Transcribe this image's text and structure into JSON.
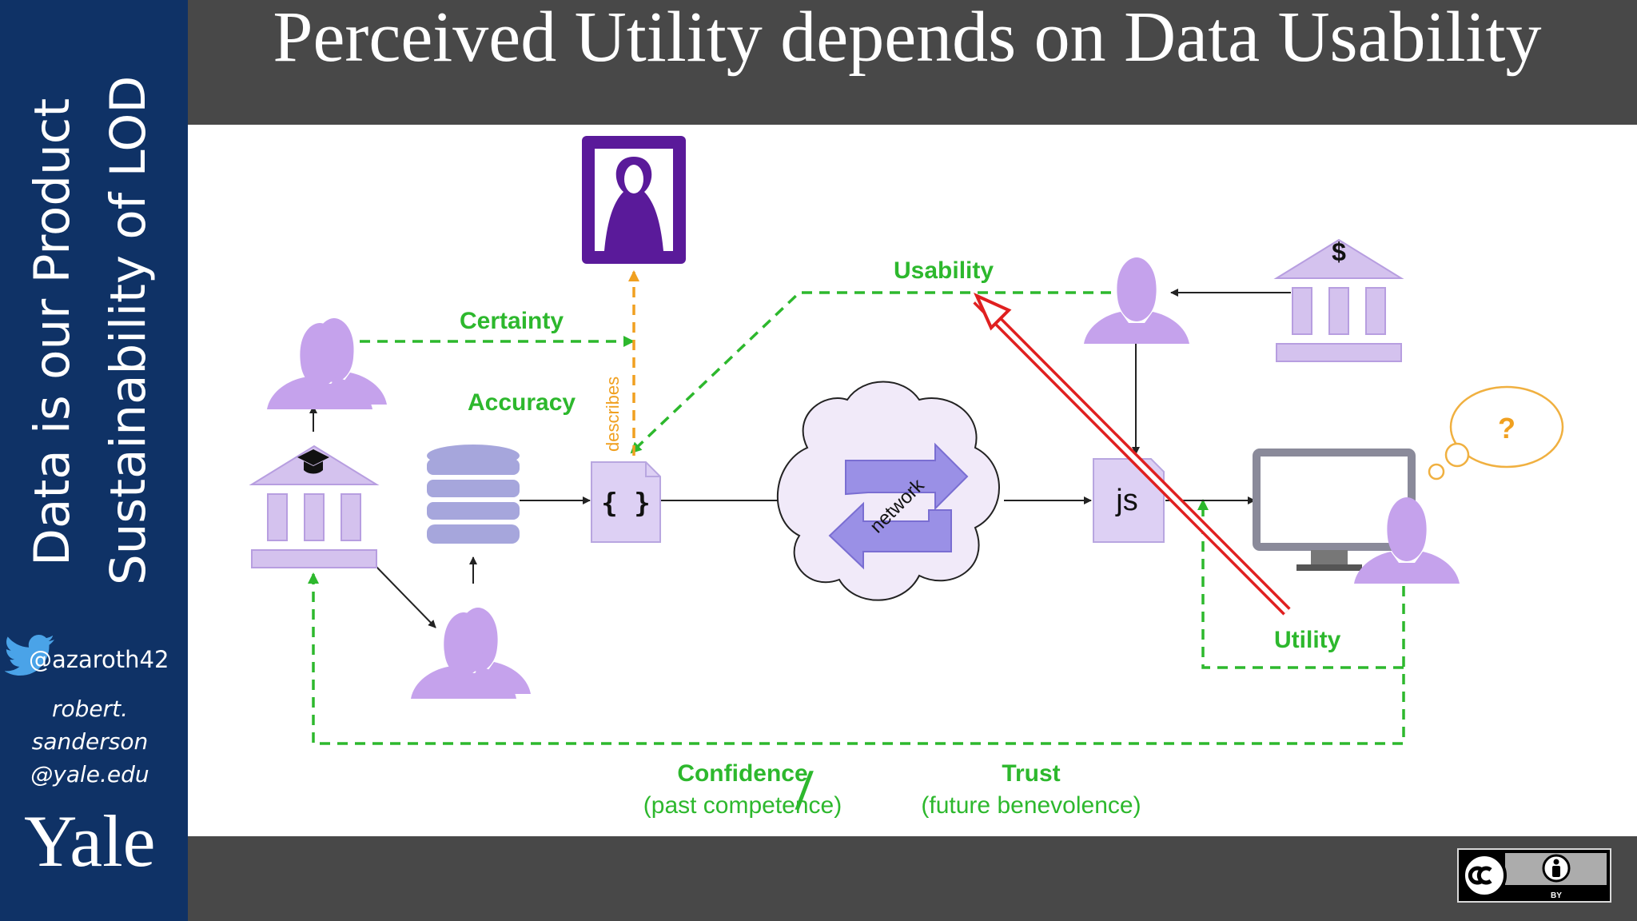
{
  "slide": {
    "title": "Perceived Utility depends on Data Usability"
  },
  "sidebar": {
    "title_line1": "Data is our Product",
    "title_line2": "Sustainability of LOD",
    "twitter_handle": "@azaroth42",
    "email_lines": [
      "robert.",
      "sanderson",
      "@yale.edu"
    ],
    "logo_text": "Yale"
  },
  "diagram": {
    "labels": {
      "certainty": "Certainty",
      "accuracy": "Accuracy",
      "describes": "describes",
      "usability": "Usability",
      "utility": "Utility",
      "confidence": "Confidence",
      "confidence_sub": "(past competence)",
      "separator": "/",
      "trust": "Trust",
      "trust_sub": "(future benevolence)",
      "network": "network",
      "json": "{ }",
      "js": "js",
      "question": "?",
      "dollar": "$"
    },
    "colors": {
      "person": "#c5a2ec",
      "building": "#d4c2ee",
      "dashed_green": "#2db82d",
      "describes_orange": "#f0a020",
      "highlight_arrow": "#e02020",
      "portrait_frame": "#5a1a9a",
      "cylinder": "#a6a6dc",
      "network_arrows": "#9a90e6"
    }
  },
  "license": {
    "badge_icons": [
      "cc-icon",
      "by-attribution-icon"
    ],
    "by_text": "BY"
  }
}
